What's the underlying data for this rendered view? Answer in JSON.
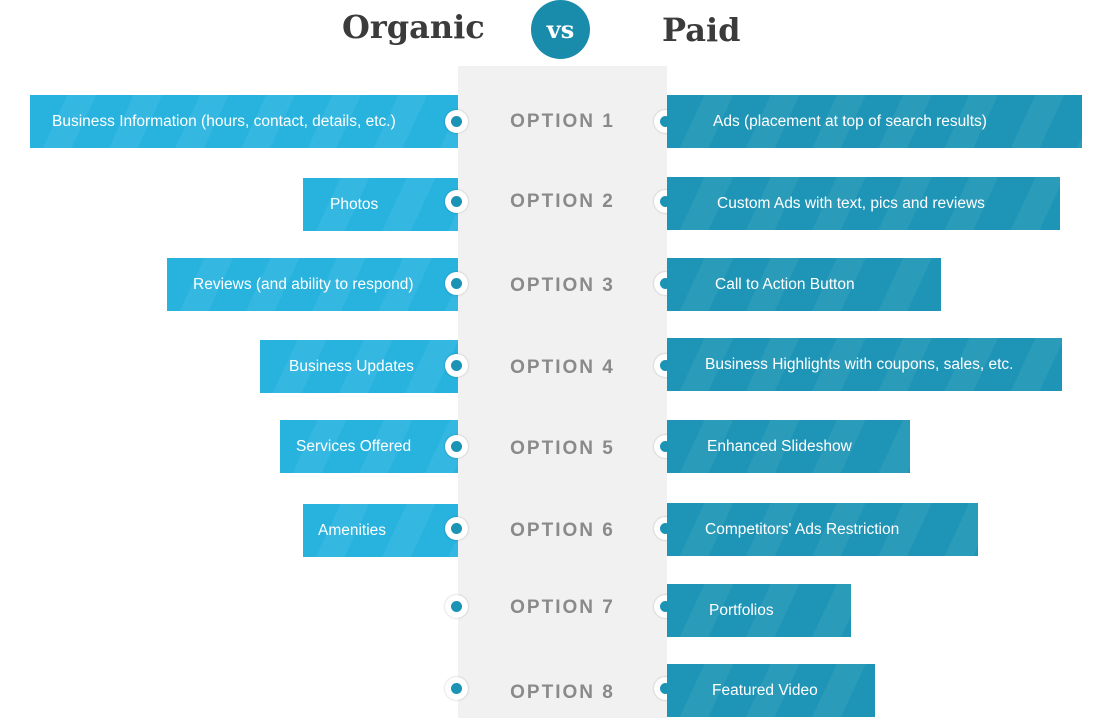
{
  "header": {
    "left_title": "Organic",
    "vs_label": "vs",
    "right_title": "Paid"
  },
  "rows": [
    {
      "option": "OPTION 1",
      "organic": "Business Information (hours, contact, details, etc.)",
      "paid": "Ads (placement at top of search results)"
    },
    {
      "option": "OPTION 2",
      "organic": "Photos",
      "paid": "Custom Ads with text, pics and reviews"
    },
    {
      "option": "OPTION 3",
      "organic": "Reviews (and ability to respond)",
      "paid": "Call to Action Button"
    },
    {
      "option": "OPTION 4",
      "organic": "Business Updates",
      "paid": "Business Highlights with coupons, sales, etc."
    },
    {
      "option": "OPTION 5",
      "organic": "Services Offered",
      "paid": "Enhanced Slideshow"
    },
    {
      "option": "OPTION 6",
      "organic": "Amenities",
      "paid": "Competitors' Ads Restriction"
    },
    {
      "option": "OPTION 7",
      "organic": "",
      "paid": "Portfolios"
    },
    {
      "option": "OPTION 8",
      "organic": "",
      "paid": "Featured Video"
    }
  ],
  "colors": {
    "organic_bar": "#27b3de",
    "paid_bar": "#1e95b6",
    "vs_circle": "#1a8cab",
    "center_column": "#f1f1f1",
    "option_text": "#8a8a8a"
  }
}
